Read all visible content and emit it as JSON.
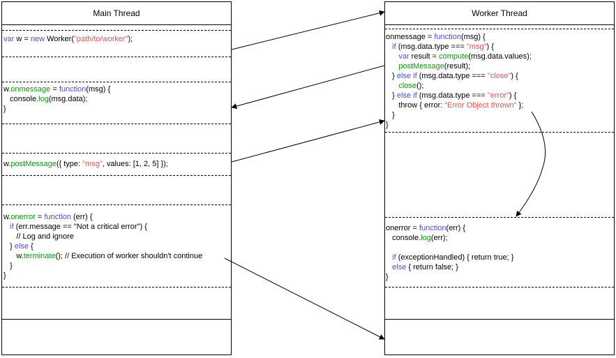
{
  "lanes": {
    "main_title": "Main Thread",
    "worker_title": "Worker Thread"
  },
  "colors": {
    "keyword": "#4a4ae8",
    "function": "#0a9a0a",
    "string": "#f24d4d",
    "text": "#000000"
  },
  "main": {
    "create": [
      [
        {
          "t": "var",
          "c": "kw"
        },
        {
          "t": " w = "
        },
        {
          "t": "new",
          "c": "kw"
        },
        {
          "t": " Worker("
        },
        {
          "t": "\"path/to/worker\"",
          "c": "str"
        },
        {
          "t": ");"
        }
      ]
    ],
    "onmessage": [
      [
        {
          "t": "w."
        },
        {
          "t": "onmessage",
          "c": "fn"
        },
        {
          "t": " = "
        },
        {
          "t": "function",
          "c": "kw"
        },
        {
          "t": "(msg) {"
        }
      ],
      [
        {
          "t": "   console."
        },
        {
          "t": "log",
          "c": "fn"
        },
        {
          "t": "(msg.data);"
        }
      ],
      [
        {
          "t": "}"
        }
      ]
    ],
    "postmessage": [
      [
        {
          "t": "w."
        },
        {
          "t": "postMessage",
          "c": "fn"
        },
        {
          "t": "({ type: "
        },
        {
          "t": "\"msg\"",
          "c": "str"
        },
        {
          "t": ", values: [1, 2, 5] });"
        }
      ]
    ],
    "onerror": [
      [
        {
          "t": "w."
        },
        {
          "t": "onerror",
          "c": "fn"
        },
        {
          "t": " = "
        },
        {
          "t": "function",
          "c": "kw"
        },
        {
          "t": " (err) {"
        }
      ],
      [
        {
          "t": "   "
        },
        {
          "t": "if",
          "c": "kw"
        },
        {
          "t": " (err.message == \"Not a critical error\") {"
        }
      ],
      [
        {
          "t": "      // Log and ignore"
        }
      ],
      [
        {
          "t": "   } "
        },
        {
          "t": "else",
          "c": "kw"
        },
        {
          "t": " {"
        }
      ],
      [
        {
          "t": "      w."
        },
        {
          "t": "terminate",
          "c": "fn"
        },
        {
          "t": "(); // Execution of worker shouldn't continue"
        }
      ],
      [
        {
          "t": "   }"
        }
      ],
      [
        {
          "t": "}"
        }
      ]
    ]
  },
  "worker": {
    "onmessage": [
      [
        {
          "t": "onmessage = "
        },
        {
          "t": "function",
          "c": "kw"
        },
        {
          "t": "(msg) {"
        }
      ],
      [
        {
          "t": "   "
        },
        {
          "t": "if",
          "c": "kw"
        },
        {
          "t": " (msg.data.type === "
        },
        {
          "t": "\"msg\"",
          "c": "str"
        },
        {
          "t": ") {"
        }
      ],
      [
        {
          "t": "      "
        },
        {
          "t": "var",
          "c": "kw"
        },
        {
          "t": " result = "
        },
        {
          "t": "compute",
          "c": "fn"
        },
        {
          "t": "(msg.data.values);"
        }
      ],
      [
        {
          "t": "      "
        },
        {
          "t": "postMessage",
          "c": "fn"
        },
        {
          "t": "(result);"
        }
      ],
      [
        {
          "t": "   } "
        },
        {
          "t": "else if",
          "c": "kw"
        },
        {
          "t": " (msg.data.type === "
        },
        {
          "t": "\"close\"",
          "c": "str"
        },
        {
          "t": ") {"
        }
      ],
      [
        {
          "t": "      "
        },
        {
          "t": "close",
          "c": "fn"
        },
        {
          "t": "();"
        }
      ],
      [
        {
          "t": "   } "
        },
        {
          "t": "else if",
          "c": "kw"
        },
        {
          "t": " (msg.data.type === "
        },
        {
          "t": "\"error\"",
          "c": "str"
        },
        {
          "t": ") {"
        }
      ],
      [
        {
          "t": "      throw { error: "
        },
        {
          "t": "\"Error Object thrown\"",
          "c": "str"
        },
        {
          "t": " };"
        }
      ],
      [
        {
          "t": "   }"
        }
      ],
      [
        {
          "t": "}"
        }
      ]
    ],
    "onerror": [
      [
        {
          "t": "onerror = "
        },
        {
          "t": "function",
          "c": "kw"
        },
        {
          "t": "(err) {"
        }
      ],
      [
        {
          "t": "   console."
        },
        {
          "t": "log",
          "c": "fn"
        },
        {
          "t": "(err);"
        }
      ],
      [
        {
          "t": ""
        }
      ],
      [
        {
          "t": "   "
        },
        {
          "t": "if",
          "c": "kw"
        },
        {
          "t": " (exceptionHandled) { return true; }"
        }
      ],
      [
        {
          "t": "   "
        },
        {
          "t": "else",
          "c": "kw"
        },
        {
          "t": " { return false; }"
        }
      ],
      [
        {
          "t": "}"
        }
      ]
    ]
  }
}
